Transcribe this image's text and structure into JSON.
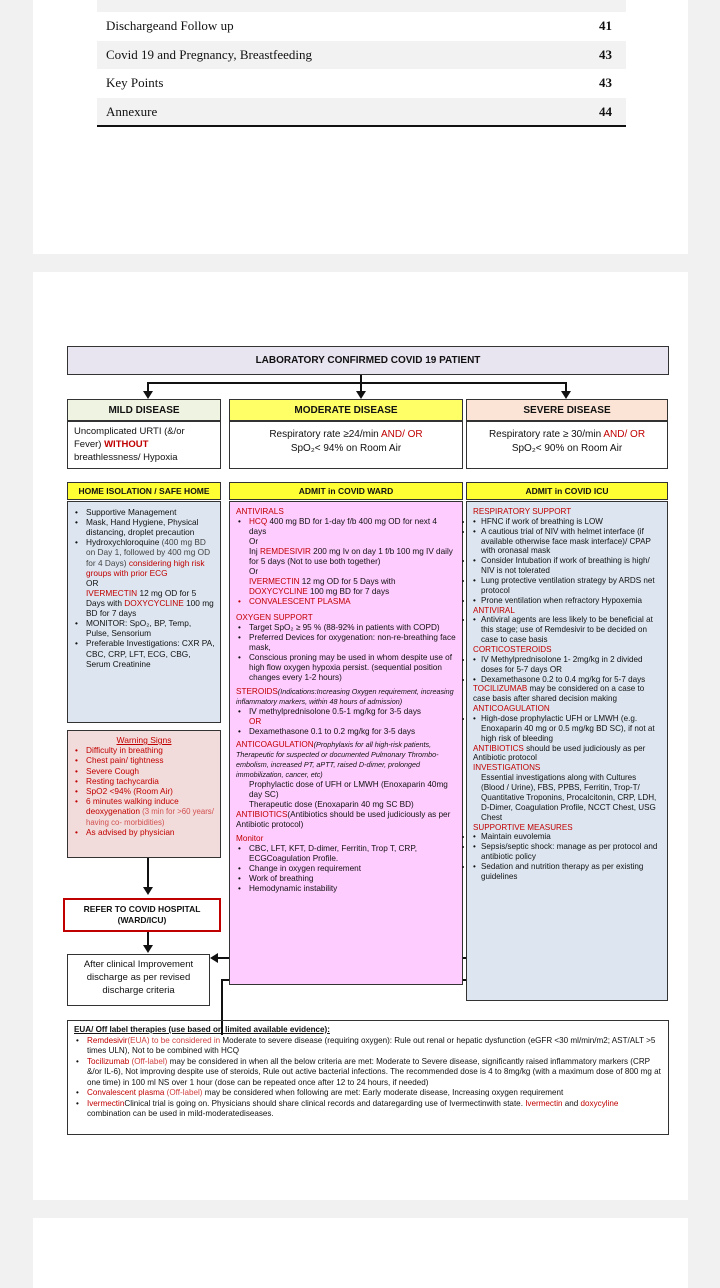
{
  "toc": [
    {
      "title": "Dischargeand Follow up",
      "page": "41"
    },
    {
      "title": "Covid 19 and Pregnancy, Breastfeeding",
      "page": "43"
    },
    {
      "title": "Key Points",
      "page": "43"
    },
    {
      "title": "Annexure",
      "page": "44"
    }
  ],
  "flow": {
    "title": "LABORATORY CONFIRMED COVID 19 PATIENT",
    "mild": {
      "head": "MILD DISEASE",
      "crit_a": "Uncomplicated URTI (&/or Fever) ",
      "crit_red": "WITHOUT",
      "crit_b": " breathlessness/ Hypoxia",
      "setting": "HOME ISOLATION / SAFE HOME"
    },
    "moderate": {
      "head": "MODERATE DISEASE",
      "crit_a": "Respiratory rate ≥24/min ",
      "crit_red": "AND/ OR",
      "crit_b": "SpO₂< 94% on Room Air",
      "setting": "ADMIT in COVID WARD"
    },
    "severe": {
      "head": "SEVERE DISEASE",
      "crit_a": "Respiratory rate ≥ 30/min ",
      "crit_red": "AND/ OR",
      "crit_b": "SpO₂< 90% on Room Air",
      "setting": "ADMIT in COVID ICU"
    },
    "mild_tx": {
      "l1": "Supportive Management",
      "l2": "Mask, Hand Hygiene, Physical distancing, droplet precaution",
      "l3a": "Hydroxychloroquine ",
      "l3b": "(400 mg BD on Day 1, followed by 400 mg OD for 4 Days)",
      "l3c": " considering high risk groups with prior ECG",
      "or": "OR",
      "l4a": "IVERMECTIN",
      "l4b": " 12 mg OD for 5 Days with ",
      "l4c": "DOXYCYCLINE",
      "l4d": " 100 mg BD for 7 days",
      "l5": "MONITOR: SpO₂, BP, Temp, Pulse, Sensorium",
      "l6": "Preferable Investigations: CXR PA, CBC, CRP, LFT, ECG, CBG, Serum Creatinine"
    },
    "warning": {
      "title": "Warning Signs",
      "items": [
        "Difficulty in breathing",
        "Chest pain/ tightness",
        "Severe Cough",
        "Resting tachycardia",
        "SpO2 <94% (Room Air)"
      ],
      "i6a": "6 minutes walking induce deoxygenation",
      "i6b": " (3 min for >60 years/ having co- morbidities)",
      "i7": "As advised by physician"
    },
    "refer": "REFER TO COVID HOSPITAL (WARD/ICU)",
    "discharge": "After clinical Improvement discharge as per revised discharge criteria",
    "mod_tx": {
      "antivirals": "ANTIVIRALS",
      "hcq_a": "HCQ",
      "hcq_b": " 400 mg BD for 1-day f/b 400 mg OD for next 4 days",
      "or1": "Or",
      "rem_a": "Inj ",
      "rem_b": "REMDESIVIR",
      "rem_c": " 200 mg Iv on day 1 f/b 100 mg IV daily for 5 days (Not to use both together)",
      "or2": "Or",
      "iver_a": "IVERMECTIN",
      "iver_b": " 12 mg OD for 5 Days with",
      "doxy_a": "DOXYCYCLINE",
      "doxy_b": " 100 mg BD for 7 days",
      "conv": "CONVALESCENT PLASMA",
      "oxy": "OXYGEN SUPPORT",
      "oxy1": "Target SpO₂ ≥ 95 % (88-92% in patients with COPD)",
      "oxy2": "Preferred Devices for oxygenation: non-re-breathing face mask,",
      "oxy3": "Conscious proning may be used in whom despite use of high flow oxygen hypoxia persist. (sequential position changes every 1-2 hours)",
      "ster_a": "STEROIDS",
      "ster_b": "(Indications:Increasing Oxygen requirement, increasing inflammatory markers, within 48 hours of admission)",
      "ster1": "IV methylprednisolone 0.5-1 mg/kg for 3-5 days",
      "or3": "OR",
      "ster2": "Dexamethasone 0.1 to 0.2 mg/kg for 3-5 days",
      "anti_a": "ANTICOAGULATION",
      "anti_b": "(Prophylaxis for all high-risk patients, Therapeutic for suspected or documented Pulmonary Thrombo-embolism, increased PT, aPTT, raised D-dimer, prolonged immobilization, cancer, etc)",
      "anti1": "Prophylactic dose of UFH or LMWH (Enoxaparin 40mg day SC)",
      "anti2": "Therapeutic dose (Enoxaparin 40 mg SC BD)",
      "abx_a": "ANTIBIOTICS",
      "abx_b": "(Antibiotics should be used judiciously as per Antibiotic protocol)",
      "mon": "Monitor",
      "mon1": "CBC, LFT, KFT, D-dimer, Ferritin, Trop T, CRP, ECGCoagulation Profile.",
      "mon2": "Change in oxygen requirement",
      "mon3": "Work of breathing",
      "mon4": "Hemodynamic instability"
    },
    "sev_tx": {
      "resp": "RESPIRATORY SUPPORT",
      "r1": "HFNC if work of breathing is LOW",
      "r2": "A cautious trial of NIV with helmet interface (if available otherwise face mask interface)/ CPAP with oronasal mask",
      "r3": "Consider Intubation if work of breathing is high/ NIV is not tolerated",
      "r4": "Lung protective ventilation strategy by ARDS net protocol",
      "r5": "Prone ventilation when refractory Hypoxemia",
      "av": "ANTIVIRAL",
      "av1": "Antiviral agents are less likely to be beneficial at this stage; use of Remdesivir to be decided on case to case basis",
      "cs": "CORTICOSTEROIDS",
      "cs1": "IV Methylprednisolone 1- 2mg/kg in 2 divided doses for 5-7 days OR",
      "cs2": "Dexamethasone 0.2 to 0.4 mg/kg for 5-7 days",
      "toc_a": "TOCILIZUMAB",
      "toc_b": " may be considered on a case to case basis after shared decision making",
      "ac": "ANTICOAGULATION",
      "ac1": "High-dose prophylactic UFH or LMWH (e.g. Enoxaparin 40 mg or 0.5 mg/kg BD SC), if not at high risk of bleeding",
      "ab_a": "ANTIBIOTICS",
      "ab_b": " should be used judiciously as per Antibiotic protocol",
      "inv": "INVESTIGATIONS",
      "inv1": "Essential investigations along with Cultures (Blood / Urine), FBS, PPBS, Ferritin, Trop-T/ Quantitative Troponins, Procalcitonin, CRP, LDH, D-Dimer, Coagulation Profile, NCCT Chest, USG Chest",
      "sup": "SUPPORTIVE MEASURES",
      "s1": "Maintain euvolemia",
      "s2": "Sepsis/septic shock: manage as per protocol and antibiotic policy",
      "s3": "Sedation and nutrition therapy as per existing guidelines"
    }
  },
  "eua": {
    "title": "EUA/ Off label therapies (use based on limited available evidence):",
    "i1a": "Remdesivir",
    "i1b": "(EUA) to be considered in",
    "i1c": " Moderate to severe disease (requiring oxygen): Rule out renal or hepatic dysfunction (eGFR <30 ml/min/m2; AST/ALT >5 times ULN), Not to be combined with HCQ",
    "i2a": "Tocilizumab",
    "i2b": " (Off-label)",
    "i2c": " may be considered in when all the below criteria are met: Moderate to Severe disease, significantly raised inflammatory markers (CRP &/or IL-6), Not improving despite use of steroids, Rule out active bacterial infections. The recommended dose is 4 to 8mg/kg (with a maximum dose of 800 mg at one time) in 100 ml NS over 1 hour (dose can be repeated once after 12 to 24 hours, if needed)",
    "i3a": "Convalescent plasma",
    "i3b": " (Off-label)",
    "i3c": " may be considered when following are met: Early moderate disease, Increasing oxygen requirement",
    "i4a": "Ivermectin",
    "i4b": "Clinical trial is going on. Physicians should share clinical records and dataregarding use of Ivermectinwith state. ",
    "i4c": "Ivermectin",
    "i4d": " and ",
    "i4e": "doxycyline",
    "i4f": " combination can be used in mild-moderatediseases."
  }
}
